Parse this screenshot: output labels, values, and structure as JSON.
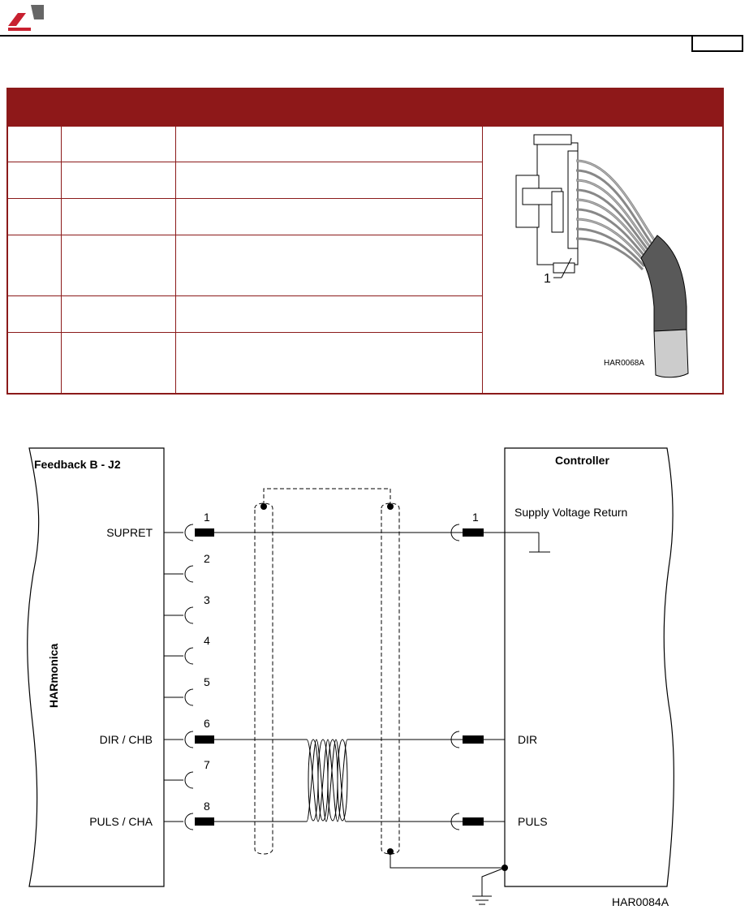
{
  "page": {
    "number": ""
  },
  "connector_table": {
    "rows": [
      {
        "pin": "",
        "signal": "",
        "function": ""
      },
      {
        "pin": "",
        "signal": "",
        "function": ""
      },
      {
        "pin": "",
        "signal": "",
        "function": ""
      },
      {
        "pin": "",
        "signal": "",
        "function": ""
      },
      {
        "pin": "",
        "signal": "",
        "function": ""
      },
      {
        "pin": "",
        "signal": "",
        "function": ""
      }
    ],
    "image": {
      "callout": "1",
      "code": "HAR0068A"
    }
  },
  "diagram": {
    "left_box": {
      "title": "Feedback B - J2",
      "side_label": "HARmonica"
    },
    "right_box": {
      "title": "Controller",
      "supply_label": "Supply Voltage Return"
    },
    "left_pins": [
      {
        "num": "1",
        "signal": "SUPRET"
      },
      {
        "num": "2",
        "signal": ""
      },
      {
        "num": "3",
        "signal": ""
      },
      {
        "num": "4",
        "signal": ""
      },
      {
        "num": "5",
        "signal": ""
      },
      {
        "num": "6",
        "signal": "DIR / CHB"
      },
      {
        "num": "7",
        "signal": ""
      },
      {
        "num": "8",
        "signal": "PULS / CHA"
      }
    ],
    "right_pins": [
      {
        "num": "1",
        "signal": ""
      },
      {
        "num": "",
        "signal": "DIR"
      },
      {
        "num": "",
        "signal": "PULS"
      }
    ],
    "code": "HAR0084A"
  },
  "colors": {
    "table_header": "#8e1819",
    "table_border": "#8b1a1a",
    "logo_red": "#c8202f",
    "logo_gray": "#666666"
  }
}
